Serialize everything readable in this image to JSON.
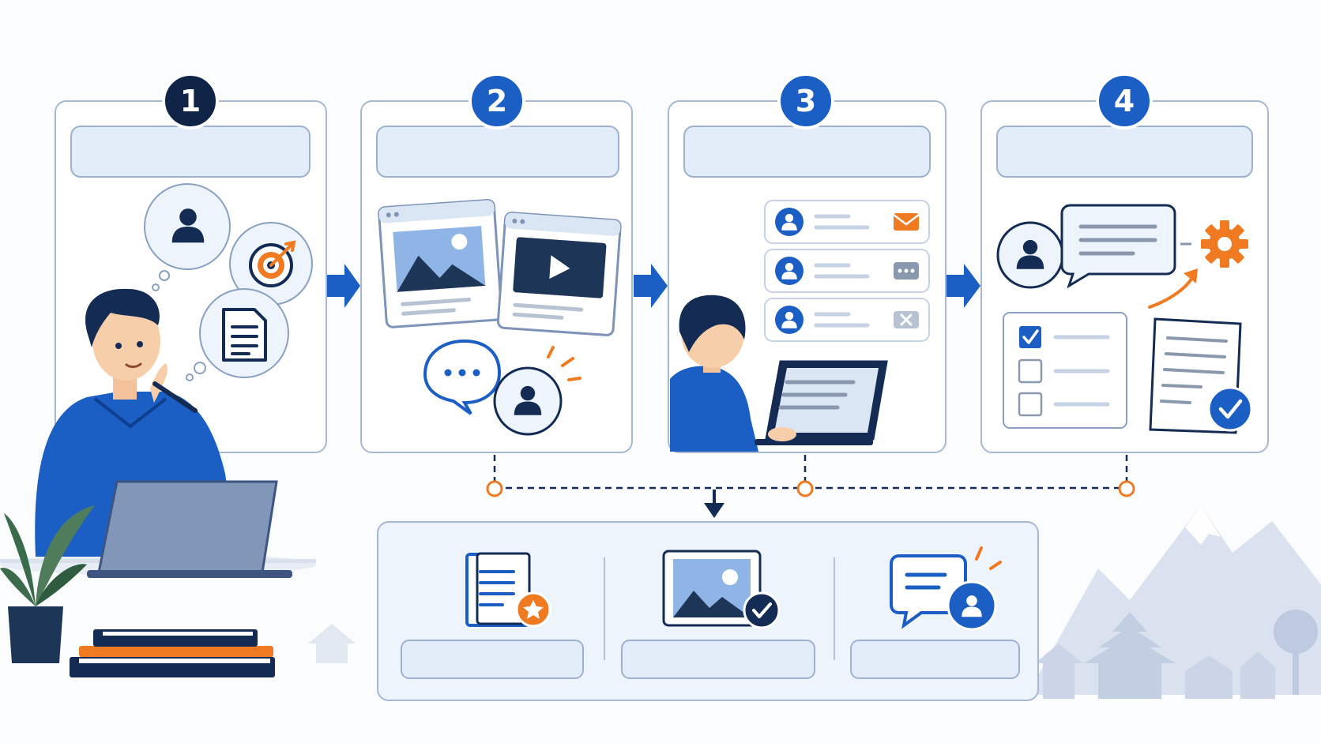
{
  "steps": [
    {
      "number": "1"
    },
    {
      "number": "2"
    },
    {
      "number": "3"
    },
    {
      "number": "4"
    }
  ],
  "colors": {
    "primary_blue": "#1b5fc4",
    "navy": "#142c54",
    "badge_dark": "#0f2447",
    "accent_orange": "#f07a22",
    "panel_border": "#a7b8d3",
    "panel_fill": "#ffffff",
    "placeholder_fill": "#e3edf9",
    "summary_fill": "#eef4fb",
    "muted_gray": "#b7c3d3",
    "mountain_tint": "#c9d3e6"
  },
  "icons": {
    "step1": [
      "user-icon",
      "target-icon",
      "document-icon"
    ],
    "step2": [
      "image-card-icon",
      "video-card-icon",
      "chat-bubble-icon",
      "user-icon"
    ],
    "step3": [
      "mail-icon",
      "message-icon",
      "close-icon"
    ],
    "step4": [
      "user-icon",
      "speech-bubble-icon",
      "gear-icon",
      "checklist-icon",
      "approved-document-icon"
    ],
    "summary": [
      "starred-document-icon",
      "approved-image-icon",
      "chat-user-icon"
    ]
  }
}
